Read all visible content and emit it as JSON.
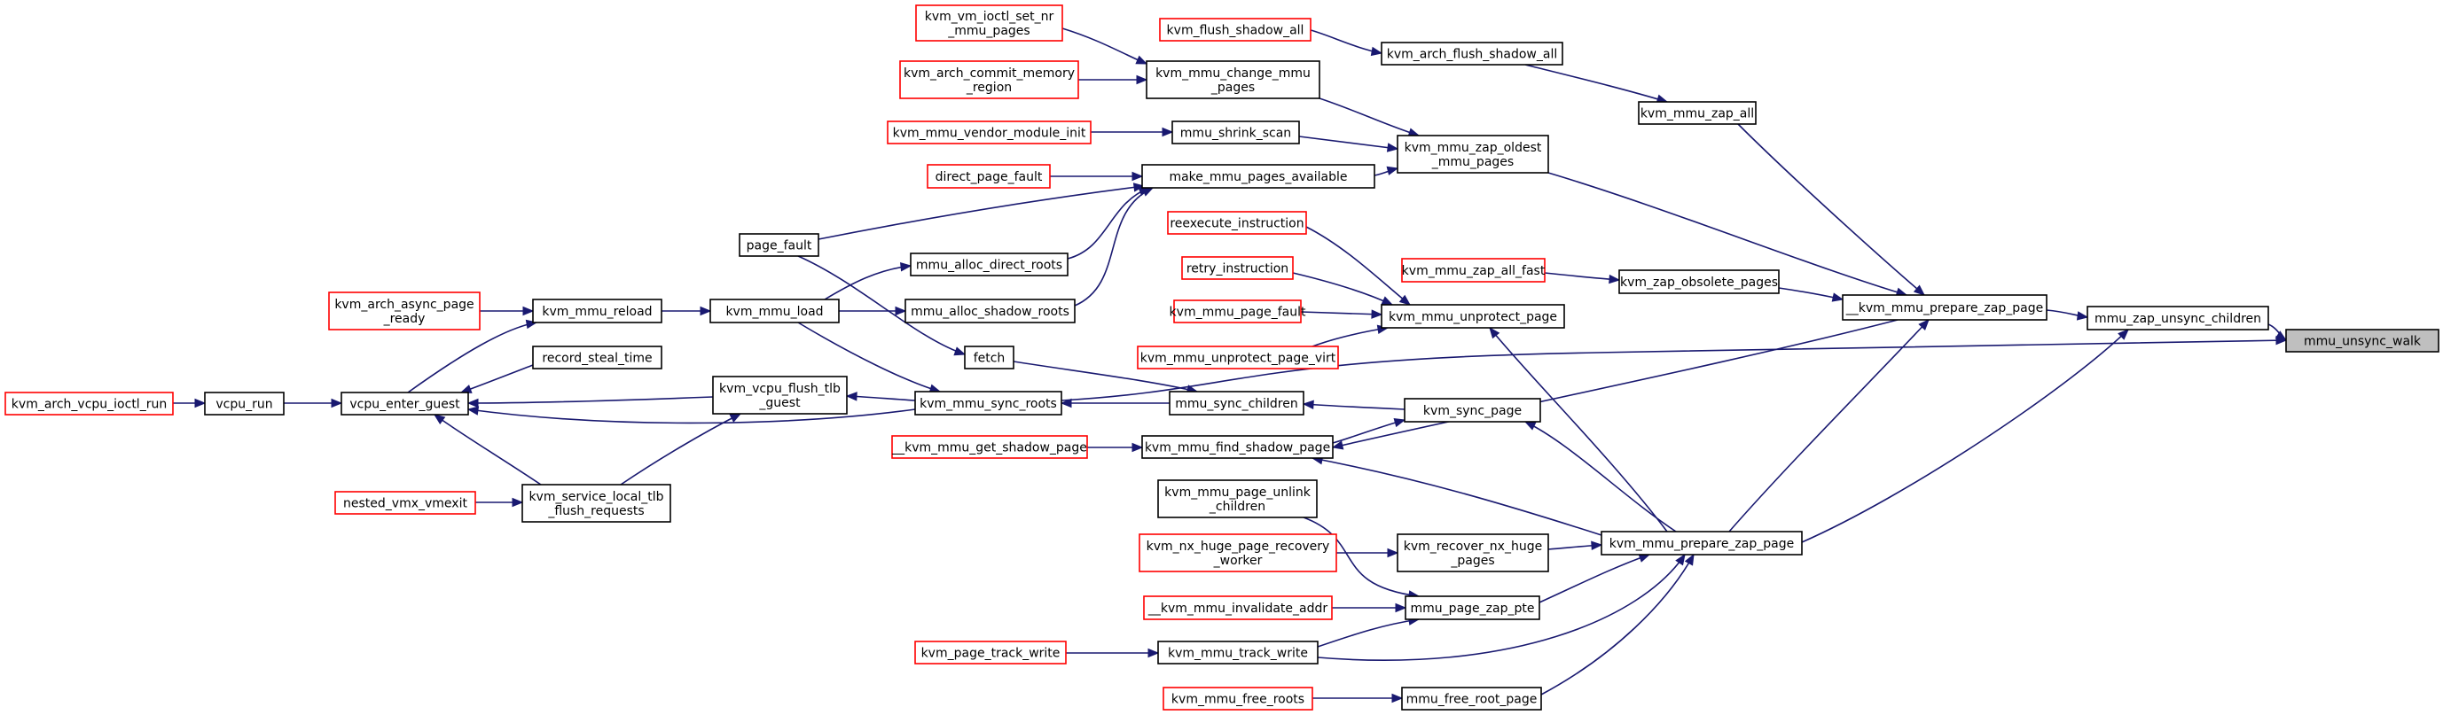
{
  "graph": {
    "nodes": [
      {
        "id": "mmu_unsync_walk",
        "lines": [
          "mmu_unsync_walk"
        ],
        "focus": true
      },
      {
        "id": "mmu_zap_unsync_children",
        "lines": [
          "mmu_zap_unsync_children"
        ]
      },
      {
        "id": "__kvm_mmu_prepare_zap_page",
        "lines": [
          "__kvm_mmu_prepare_zap_page"
        ]
      },
      {
        "id": "kvm_mmu_zap_all",
        "lines": [
          "kvm_mmu_zap_all"
        ]
      },
      {
        "id": "kvm_arch_flush_shadow_all",
        "lines": [
          "kvm_arch_flush_shadow_all"
        ]
      },
      {
        "id": "kvm_flush_shadow_all",
        "lines": [
          "kvm_flush_shadow_all"
        ],
        "truncated": true
      },
      {
        "id": "kvm_mmu_zap_oldest_mmu_pages",
        "lines": [
          "kvm_mmu_zap_oldest",
          "_mmu_pages"
        ]
      },
      {
        "id": "kvm_mmu_change_mmu_pages",
        "lines": [
          "kvm_mmu_change_mmu",
          "_pages"
        ]
      },
      {
        "id": "kvm_vm_ioctl_set_nr_mmu_pages",
        "lines": [
          "kvm_vm_ioctl_set_nr",
          "_mmu_pages"
        ],
        "truncated": true
      },
      {
        "id": "kvm_arch_commit_memory_region",
        "lines": [
          "kvm_arch_commit_memory",
          "_region"
        ],
        "truncated": true
      },
      {
        "id": "mmu_shrink_scan",
        "lines": [
          "mmu_shrink_scan"
        ]
      },
      {
        "id": "kvm_mmu_vendor_module_init",
        "lines": [
          "kvm_mmu_vendor_module_init"
        ],
        "truncated": true
      },
      {
        "id": "make_mmu_pages_available",
        "lines": [
          "make_mmu_pages_available"
        ]
      },
      {
        "id": "direct_page_fault",
        "lines": [
          "direct_page_fault"
        ],
        "truncated": true
      },
      {
        "id": "page_fault",
        "lines": [
          "page_fault"
        ]
      },
      {
        "id": "mmu_alloc_direct_roots",
        "lines": [
          "mmu_alloc_direct_roots"
        ]
      },
      {
        "id": "mmu_alloc_shadow_roots",
        "lines": [
          "mmu_alloc_shadow_roots"
        ]
      },
      {
        "id": "kvm_mmu_load",
        "lines": [
          "kvm_mmu_load"
        ]
      },
      {
        "id": "kvm_mmu_reload",
        "lines": [
          "kvm_mmu_reload"
        ]
      },
      {
        "id": "kvm_arch_async_page_ready",
        "lines": [
          "kvm_arch_async_page",
          "_ready"
        ],
        "truncated": true
      },
      {
        "id": "vcpu_enter_guest",
        "lines": [
          "vcpu_enter_guest"
        ]
      },
      {
        "id": "vcpu_run",
        "lines": [
          "vcpu_run"
        ]
      },
      {
        "id": "kvm_arch_vcpu_ioctl_run",
        "lines": [
          "kvm_arch_vcpu_ioctl_run"
        ],
        "truncated": true
      },
      {
        "id": "fetch",
        "lines": [
          "fetch"
        ]
      },
      {
        "id": "record_steal_time",
        "lines": [
          "record_steal_time"
        ]
      },
      {
        "id": "kvm_vcpu_flush_tlb_guest",
        "lines": [
          "kvm_vcpu_flush_tlb",
          "_guest"
        ]
      },
      {
        "id": "kvm_service_local_tlb_flush_requests",
        "lines": [
          "kvm_service_local_tlb",
          "_flush_requests"
        ]
      },
      {
        "id": "nested_vmx_vmexit",
        "lines": [
          "nested_vmx_vmexit"
        ],
        "truncated": true
      },
      {
        "id": "kvm_mmu_sync_roots",
        "lines": [
          "kvm_mmu_sync_roots"
        ]
      },
      {
        "id": "mmu_sync_children",
        "lines": [
          "mmu_sync_children"
        ]
      },
      {
        "id": "kvm_zap_obsolete_pages",
        "lines": [
          "kvm_zap_obsolete_pages"
        ]
      },
      {
        "id": "kvm_mmu_zap_all_fast",
        "lines": [
          "kvm_mmu_zap_all_fast"
        ],
        "truncated": true
      },
      {
        "id": "kvm_mmu_unprotect_page",
        "lines": [
          "kvm_mmu_unprotect_page"
        ]
      },
      {
        "id": "reexecute_instruction",
        "lines": [
          "reexecute_instruction"
        ],
        "truncated": true
      },
      {
        "id": "retry_instruction",
        "lines": [
          "retry_instruction"
        ],
        "truncated": true
      },
      {
        "id": "kvm_mmu_page_fault",
        "lines": [
          "kvm_mmu_page_fault"
        ],
        "truncated": true
      },
      {
        "id": "kvm_mmu_unprotect_page_virt",
        "lines": [
          "kvm_mmu_unprotect_page_virt"
        ],
        "truncated": true
      },
      {
        "id": "kvm_sync_page",
        "lines": [
          "kvm_sync_page"
        ]
      },
      {
        "id": "kvm_mmu_find_shadow_page",
        "lines": [
          "kvm_mmu_find_shadow_page"
        ]
      },
      {
        "id": "__kvm_mmu_get_shadow_page",
        "lines": [
          "__kvm_mmu_get_shadow_page"
        ],
        "truncated": true
      },
      {
        "id": "kvm_mmu_page_unlink_children",
        "lines": [
          "kvm_mmu_page_unlink",
          "_children"
        ]
      },
      {
        "id": "kvm_mmu_prepare_zap_page",
        "lines": [
          "kvm_mmu_prepare_zap_page"
        ]
      },
      {
        "id": "kvm_recover_nx_huge_pages",
        "lines": [
          "kvm_recover_nx_huge",
          "_pages"
        ]
      },
      {
        "id": "kvm_nx_huge_page_recovery_worker",
        "lines": [
          "kvm_nx_huge_page_recovery",
          "_worker"
        ],
        "truncated": true
      },
      {
        "id": "mmu_page_zap_pte",
        "lines": [
          "mmu_page_zap_pte"
        ]
      },
      {
        "id": "__kvm_mmu_invalidate_addr",
        "lines": [
          "__kvm_mmu_invalidate_addr"
        ],
        "truncated": true
      },
      {
        "id": "kvm_mmu_track_write",
        "lines": [
          "kvm_mmu_track_write"
        ]
      },
      {
        "id": "kvm_page_track_write",
        "lines": [
          "kvm_page_track_write"
        ],
        "truncated": true
      },
      {
        "id": "mmu_free_root_page",
        "lines": [
          "mmu_free_root_page"
        ]
      },
      {
        "id": "kvm_mmu_free_roots",
        "lines": [
          "kvm_mmu_free_roots"
        ],
        "truncated": true
      }
    ],
    "edges": [
      [
        "mmu_zap_unsync_children",
        "mmu_unsync_walk"
      ],
      [
        "kvm_mmu_sync_roots",
        "mmu_unsync_walk"
      ],
      [
        "__kvm_mmu_prepare_zap_page",
        "mmu_zap_unsync_children"
      ],
      [
        "kvm_mmu_prepare_zap_page",
        "mmu_zap_unsync_children"
      ],
      [
        "kvm_mmu_zap_all",
        "__kvm_mmu_prepare_zap_page"
      ],
      [
        "kvm_mmu_zap_oldest_mmu_pages",
        "__kvm_mmu_prepare_zap_page"
      ],
      [
        "kvm_zap_obsolete_pages",
        "__kvm_mmu_prepare_zap_page"
      ],
      [
        "kvm_mmu_prepare_zap_page",
        "__kvm_mmu_prepare_zap_page"
      ],
      [
        "__kvm_mmu_prepare_zap_page",
        "kvm_mmu_find_shadow_page"
      ],
      [
        "kvm_arch_flush_shadow_all",
        "kvm_mmu_zap_all"
      ],
      [
        "kvm_flush_shadow_all",
        "kvm_arch_flush_shadow_all"
      ],
      [
        "kvm_mmu_change_mmu_pages",
        "kvm_mmu_zap_oldest_mmu_pages"
      ],
      [
        "mmu_shrink_scan",
        "kvm_mmu_zap_oldest_mmu_pages"
      ],
      [
        "make_mmu_pages_available",
        "kvm_mmu_zap_oldest_mmu_pages"
      ],
      [
        "kvm_vm_ioctl_set_nr_mmu_pages",
        "kvm_mmu_change_mmu_pages"
      ],
      [
        "kvm_arch_commit_memory_region",
        "kvm_mmu_change_mmu_pages"
      ],
      [
        "kvm_mmu_vendor_module_init",
        "mmu_shrink_scan"
      ],
      [
        "direct_page_fault",
        "make_mmu_pages_available"
      ],
      [
        "page_fault",
        "make_mmu_pages_available"
      ],
      [
        "mmu_alloc_direct_roots",
        "make_mmu_pages_available"
      ],
      [
        "mmu_alloc_shadow_roots",
        "make_mmu_pages_available"
      ],
      [
        "page_fault",
        "fetch"
      ],
      [
        "kvm_mmu_load",
        "mmu_alloc_direct_roots"
      ],
      [
        "kvm_mmu_load",
        "mmu_alloc_shadow_roots"
      ],
      [
        "kvm_mmu_load",
        "kvm_mmu_sync_roots"
      ],
      [
        "kvm_mmu_reload",
        "kvm_mmu_load"
      ],
      [
        "kvm_arch_async_page_ready",
        "kvm_mmu_reload"
      ],
      [
        "vcpu_enter_guest",
        "kvm_mmu_reload"
      ],
      [
        "vcpu_run",
        "vcpu_enter_guest"
      ],
      [
        "kvm_arch_vcpu_ioctl_run",
        "vcpu_run"
      ],
      [
        "record_steal_time",
        "vcpu_enter_guest"
      ],
      [
        "kvm_vcpu_flush_tlb_guest",
        "vcpu_enter_guest"
      ],
      [
        "kvm_mmu_sync_roots",
        "vcpu_enter_guest"
      ],
      [
        "kvm_service_local_tlb_flush_requests",
        "vcpu_enter_guest"
      ],
      [
        "kvm_mmu_sync_roots",
        "kvm_vcpu_flush_tlb_guest"
      ],
      [
        "kvm_service_local_tlb_flush_requests",
        "kvm_vcpu_flush_tlb_guest"
      ],
      [
        "nested_vmx_vmexit",
        "kvm_service_local_tlb_flush_requests"
      ],
      [
        "mmu_sync_children",
        "kvm_mmu_sync_roots"
      ],
      [
        "fetch",
        "mmu_sync_children"
      ],
      [
        "kvm_sync_page",
        "mmu_sync_children"
      ],
      [
        "kvm_mmu_zap_all_fast",
        "kvm_zap_obsolete_pages"
      ],
      [
        "kvm_mmu_prepare_zap_page",
        "kvm_mmu_unprotect_page"
      ],
      [
        "reexecute_instruction",
        "kvm_mmu_unprotect_page"
      ],
      [
        "retry_instruction",
        "kvm_mmu_unprotect_page"
      ],
      [
        "kvm_mmu_page_fault",
        "kvm_mmu_unprotect_page"
      ],
      [
        "kvm_mmu_unprotect_page_virt",
        "kvm_mmu_unprotect_page"
      ],
      [
        "kvm_mmu_prepare_zap_page",
        "kvm_sync_page"
      ],
      [
        "kvm_mmu_find_shadow_page",
        "kvm_sync_page"
      ],
      [
        "__kvm_mmu_get_shadow_page",
        "kvm_mmu_find_shadow_page"
      ],
      [
        "kvm_mmu_prepare_zap_page",
        "kvm_mmu_find_shadow_page"
      ],
      [
        "kvm_recover_nx_huge_pages",
        "kvm_mmu_prepare_zap_page"
      ],
      [
        "mmu_page_zap_pte",
        "kvm_mmu_prepare_zap_page"
      ],
      [
        "kvm_mmu_track_write",
        "kvm_mmu_prepare_zap_page"
      ],
      [
        "mmu_free_root_page",
        "kvm_mmu_prepare_zap_page"
      ],
      [
        "kvm_mmu_page_unlink_children",
        "mmu_page_zap_pte"
      ],
      [
        "kvm_nx_huge_page_recovery_worker",
        "kvm_recover_nx_huge_pages"
      ],
      [
        "__kvm_mmu_invalidate_addr",
        "mmu_page_zap_pte"
      ],
      [
        "kvm_mmu_track_write",
        "mmu_page_zap_pte"
      ],
      [
        "kvm_page_track_write",
        "kvm_mmu_track_write"
      ],
      [
        "kvm_mmu_free_roots",
        "mmu_free_root_page"
      ]
    ]
  }
}
